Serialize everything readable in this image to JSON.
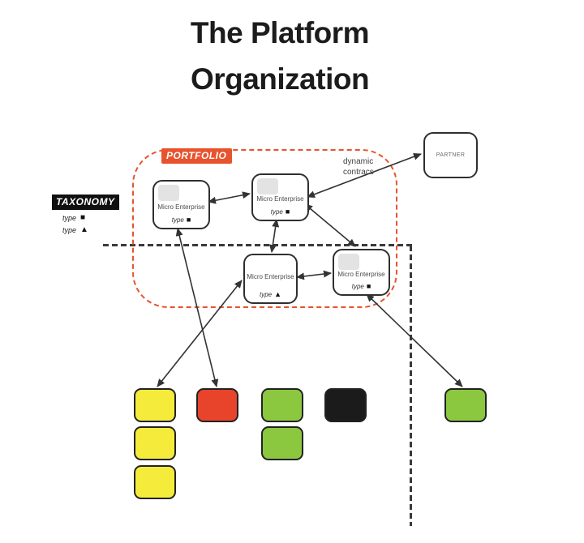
{
  "title": {
    "line1": "The Platform",
    "line2": "Organization"
  },
  "taxonomy": {
    "title": "TAXONOMY",
    "items": [
      {
        "label": "type",
        "symbol": "■"
      },
      {
        "label": "type",
        "symbol": "▲"
      }
    ]
  },
  "portfolio": {
    "label": "PORTFOLIO",
    "border_color": "#e8532e",
    "nodes": [
      {
        "name": "Micro Enterprise",
        "type_label": "type",
        "symbol": "■"
      },
      {
        "name": "Micro Enterprise",
        "type_label": "type",
        "symbol": "■"
      },
      {
        "name": "Micro Enterprise",
        "type_label": "type",
        "symbol": "▲"
      },
      {
        "name": "Micro Enterprise",
        "type_label": "type",
        "symbol": "■"
      }
    ]
  },
  "partner": {
    "label": "PARTNER"
  },
  "annotations": {
    "dynamic_contract_line1": "dynamic",
    "dynamic_contract_line2": "contracs"
  },
  "resources": {
    "colors": {
      "yellow": "#f5eb3b",
      "red": "#e8432b",
      "green": "#8cc83f",
      "black": "#1b1b1b"
    }
  }
}
